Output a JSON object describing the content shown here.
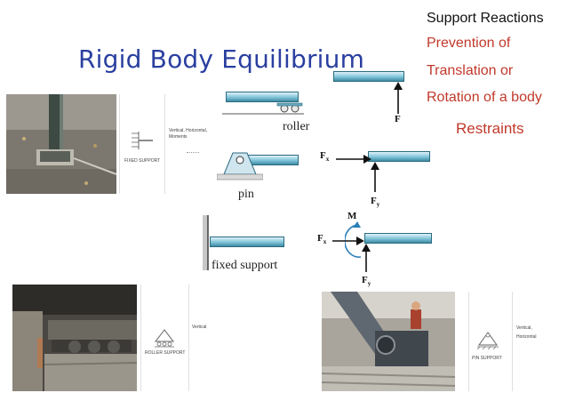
{
  "slide": {
    "title": "Rigid Body Equilibrium",
    "heading": "Support Reactions",
    "lines": [
      "Prevention of",
      "Translation or",
      "Rotation of a body"
    ],
    "restraints": "Restraints"
  },
  "diagrams": {
    "roller_label": "roller",
    "pin_label": "pin",
    "fixed_label": "fixed support",
    "force_F": "F",
    "force_Fx": "F",
    "force_Fx_sub": "x",
    "force_Fy": "F",
    "force_Fy_sub": "y",
    "moment": "M"
  },
  "cards": {
    "fixed": {
      "label": "FIXED SUPPORT",
      "reactions_1": "Vertical, Horizontal,",
      "reactions_2": "Moments"
    },
    "roller": {
      "label": "ROLLER SUPPORT",
      "reactions": "Vertical"
    },
    "pin": {
      "label": "PIN SUPPORT",
      "reactions_1": "Vertical,",
      "reactions_2": "Horizontal"
    }
  },
  "colors": {
    "title": "#2a3fa0",
    "accent": "#c0392b",
    "beam": "#7fc3d8"
  }
}
